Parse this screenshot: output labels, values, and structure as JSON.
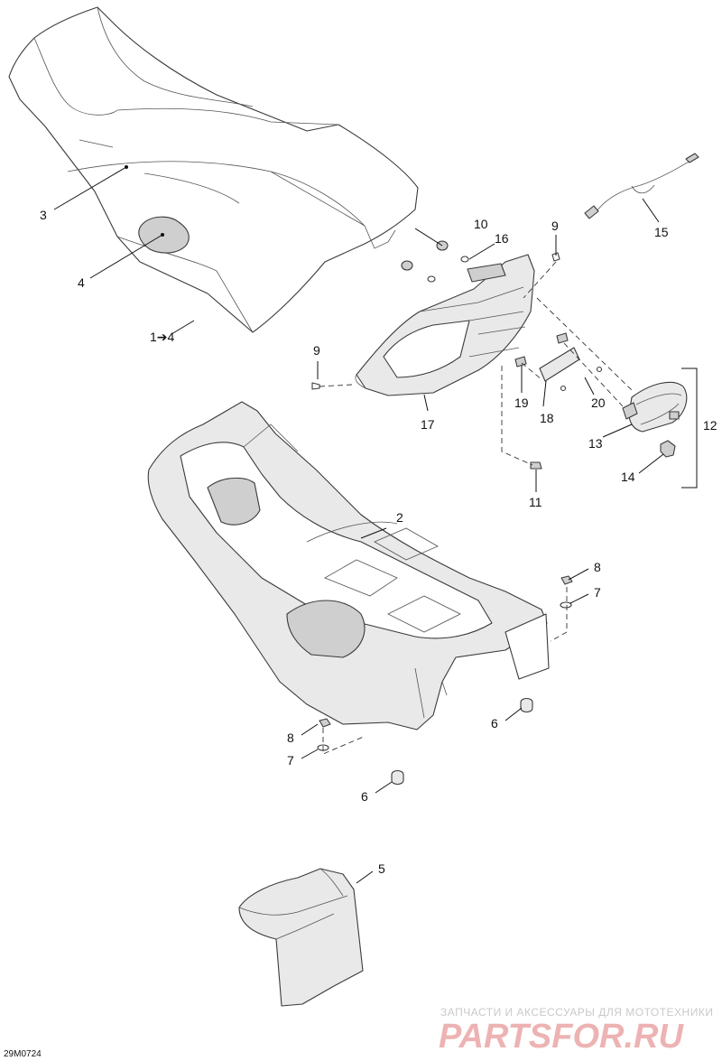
{
  "diagram": {
    "drawing_code": "29M0724",
    "callouts": [
      "1➔4",
      "2",
      "3",
      "4",
      "5",
      "6",
      "6",
      "7",
      "7",
      "8",
      "8",
      "9",
      "9",
      "10",
      "11",
      "12",
      "13",
      "14",
      "15",
      "16",
      "17",
      "18",
      "19",
      "20"
    ],
    "parts": [
      "seat",
      "seat-patch",
      "seat-base",
      "rear-fairing",
      "tail-light",
      "light-bulb",
      "wiring-harness",
      "license-plate-bracket",
      "seat-cover-module"
    ]
  },
  "watermark": {
    "tagline": "ЗАПЧАСТИ И АКСЕССУАРЫ ДЛЯ МОТОТЕХНИКИ",
    "brand": "PARTSFOR.RU"
  }
}
